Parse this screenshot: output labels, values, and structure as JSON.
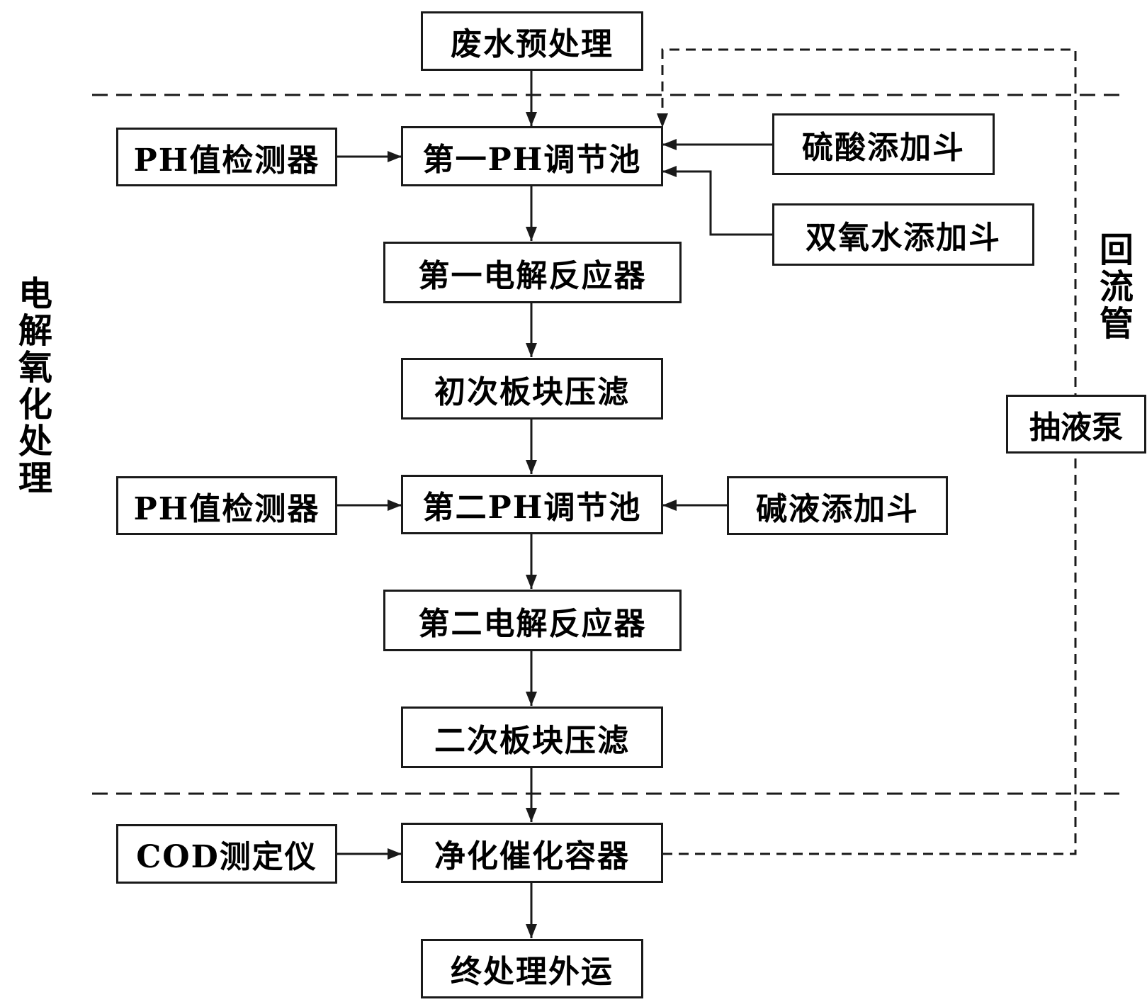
{
  "nodes": {
    "wastewater_pretreatment": "废水预处理",
    "ph_detector_1": "PH值检测器",
    "first_ph_tank": "第一PH调节池",
    "sulfuric_acid_hopper": "硫酸添加斗",
    "hydrogen_peroxide_hopper": "双氧水添加斗",
    "first_electrolysis_reactor": "第一电解反应器",
    "primary_plate_filter": "初次板块压滤",
    "ph_detector_2": "PH值检测器",
    "second_ph_tank": "第二PH调节池",
    "alkali_hopper": "碱液添加斗",
    "second_electrolysis_reactor": "第二电解反应器",
    "secondary_plate_filter": "二次板块压滤",
    "cod_meter": "COD测定仪",
    "purification_catalytic_vessel": "净化催化容器",
    "final_treatment_transport": "终处理外运",
    "suction_pump": "抽液泵"
  },
  "labels": {
    "section_electrolytic_oxidation": "电解氧化处理",
    "return_pipe": "回流管"
  },
  "colors": {
    "line": "#1a1a1a",
    "background": "#ffffff"
  }
}
